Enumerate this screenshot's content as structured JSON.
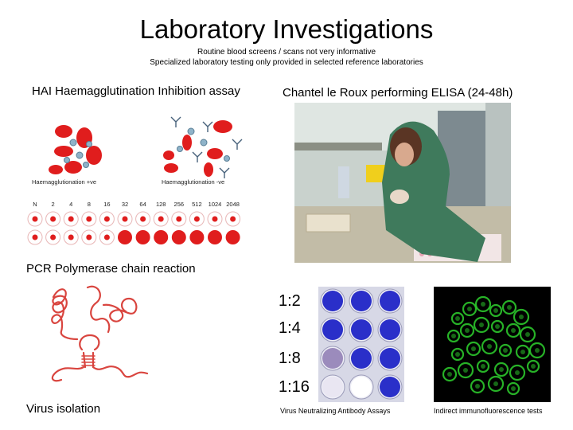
{
  "slide": {
    "title": "Laboratory Investigations",
    "subtitle_1": "Routine blood screens / scans not very informative",
    "subtitle_2": "Specialized laboratory testing only provided in selected reference laboratories"
  },
  "hai": {
    "heading": "HAI Haemagglutination Inhibition assay",
    "label_pos": "Haemagglutionation +ve",
    "label_neg": "Haemagglutionation -ve",
    "dilutions": [
      "N",
      "2",
      "4",
      "8",
      "16",
      "32",
      "64",
      "128",
      "256",
      "512",
      "1024",
      "2048"
    ]
  },
  "elisa": {
    "heading": "Chantel le Roux performing ELISA (24-48h)"
  },
  "pcr": {
    "heading": "PCR Polymerase chain reaction"
  },
  "virus": {
    "heading": "Virus isolation"
  },
  "neutralizing": {
    "labels": [
      "1:2",
      "1:4",
      "1:8",
      "1:16"
    ],
    "caption": "Virus Neutralizing Antibody Assays"
  },
  "ifa": {
    "caption": "Indirect immunofluorescence tests"
  },
  "colors": {
    "rbc_red": "#e01d1d",
    "well_blue": "#2a2fc9",
    "fluor_green": "#2ed12e",
    "pcr_red": "#d9453f"
  }
}
